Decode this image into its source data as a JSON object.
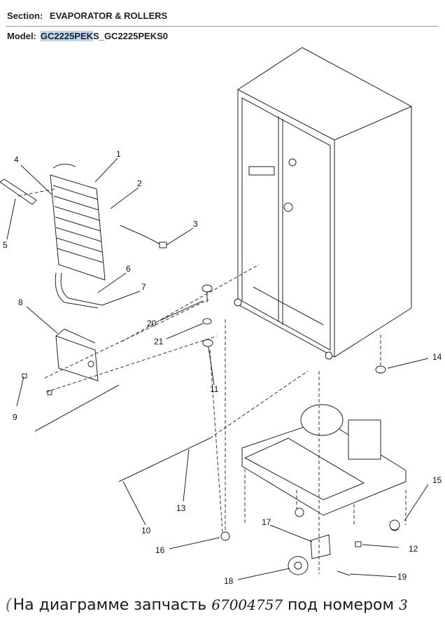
{
  "header": {
    "section_label": "Section:",
    "section_value": "EVAPORATOR & ROLLERS",
    "model_label": "Model:",
    "model_highlight": "GC2225PEK",
    "model_rest": "S_GC2225PEKS0"
  },
  "callouts": [
    "1",
    "2",
    "3",
    "4",
    "5",
    "6",
    "7",
    "8",
    "9",
    "10",
    "11",
    "12",
    "13",
    "14",
    "15",
    "16",
    "17",
    "18",
    "19",
    "20",
    "21"
  ],
  "caption": {
    "edge_glyph": "(",
    "text_before": "На диаграмме запчасть",
    "part_number": "67004757",
    "text_middle": "под номером",
    "callout_number": "3"
  }
}
